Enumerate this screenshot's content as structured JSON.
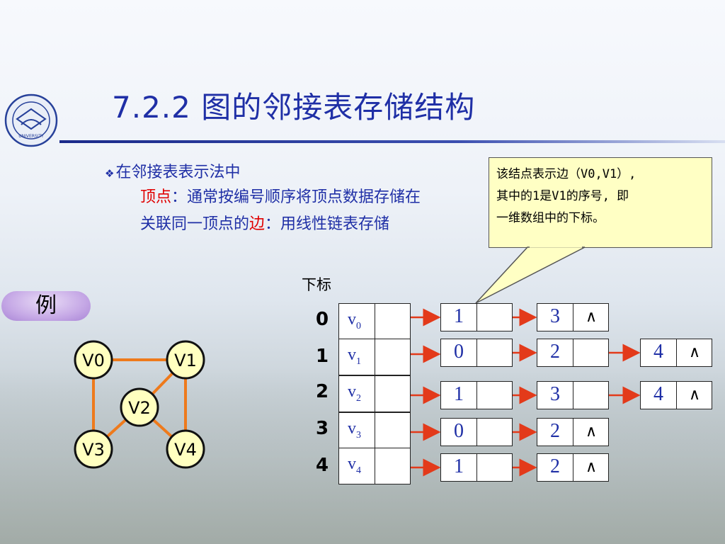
{
  "title": "7.2.2 图的邻接表存储结构",
  "bullet": {
    "intro": "在邻接表表示法中",
    "vertex_label": "顶点",
    "vertex_text": "：通常按编号顺序将顶点数据存储在",
    "edge_prefix": "关联同一顶点的",
    "edge_label": "边",
    "edge_text": "：用线性链表存储"
  },
  "callout": {
    "line1": "该结点表示边（V0,V1）,",
    "line2": "其中的1是V1的序号, 即",
    "line3": "一维数组中的下标。"
  },
  "example_label": "例",
  "subscript_header": "下标",
  "graph": {
    "nodes": [
      "V0",
      "V1",
      "V2",
      "V3",
      "V4"
    ],
    "edges": [
      [
        "V0",
        "V1"
      ],
      [
        "V0",
        "V3"
      ],
      [
        "V1",
        "V2"
      ],
      [
        "V1",
        "V4"
      ],
      [
        "V2",
        "V3"
      ],
      [
        "V2",
        "V4"
      ]
    ],
    "edge_color": "#ee7a1c",
    "node_fill": "#ffffc0"
  },
  "adjacency": {
    "indices": [
      "0",
      "1",
      "2",
      "3",
      "4"
    ],
    "heads": [
      {
        "letter": "v",
        "sub": "0"
      },
      {
        "letter": "v",
        "sub": "1"
      },
      {
        "letter": "v",
        "sub": "2"
      },
      {
        "letter": "v",
        "sub": "3"
      },
      {
        "letter": "v",
        "sub": "4"
      }
    ],
    "lists": [
      [
        "1",
        "3"
      ],
      [
        "0",
        "2",
        "4"
      ],
      [
        "1",
        "3",
        "4"
      ],
      [
        "0",
        "2"
      ],
      [
        "1",
        "2"
      ]
    ],
    "null_symbol": "∧",
    "arrow_color": "#e33a1a"
  }
}
